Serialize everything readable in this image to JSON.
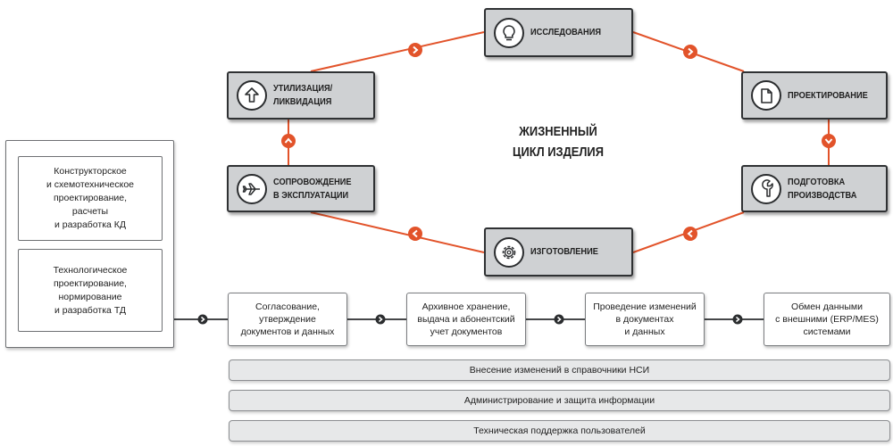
{
  "center_title": "ЖИЗНЕННЫЙ\nЦИКЛ ИЗДЕЛИЯ",
  "stages": [
    {
      "id": "research",
      "label": "ИССЛЕДОВАНИЯ",
      "icon": "lightbulb-icon"
    },
    {
      "id": "design",
      "label": "ПРОЕКТИРОВАНИЕ",
      "icon": "document-icon"
    },
    {
      "id": "preparation",
      "label": "ПОДГОТОВКА\nПРОИЗВОДСТВА",
      "icon": "wrench-icon"
    },
    {
      "id": "manufacturing",
      "label": "ИЗГОТОВЛЕНИЕ",
      "icon": "gear-icon"
    },
    {
      "id": "support",
      "label": "СОПРОВОЖДЕНИЕ\nВ ЭКСПЛУАТАЦИИ",
      "icon": "airplane-icon"
    },
    {
      "id": "disposal",
      "label": "УТИЛИЗАЦИЯ/\nЛИКВИДАЦИЯ",
      "icon": "recycle-arrow-icon"
    }
  ],
  "left_panel": {
    "items": [
      "Конструкторское\nи схемотехническое\nпроектирование,\nрасчеты\nи разработка КД",
      "Технологическое\nпроектирование,\nнормирование\nи разработка ТД"
    ]
  },
  "processes": [
    "Согласование,\nутверждение\nдокументов и данных",
    "Архивное хранение,\nвыдача и абонентский\nучет документов",
    "Проведение изменений\nв документах\nи данных",
    "Обмен данными\nс внешними (ERP/MES)\nсистемами"
  ],
  "bars": [
    "Внесение изменений в справочники НСИ",
    "Администрирование и защита информации",
    "Техническая поддержка пользователей"
  ],
  "colors": {
    "accent": "#e2532a",
    "connector": "#2b2d2f",
    "stage_fill": "#cfd1d3",
    "bar_fill": "#e7e8e9"
  }
}
